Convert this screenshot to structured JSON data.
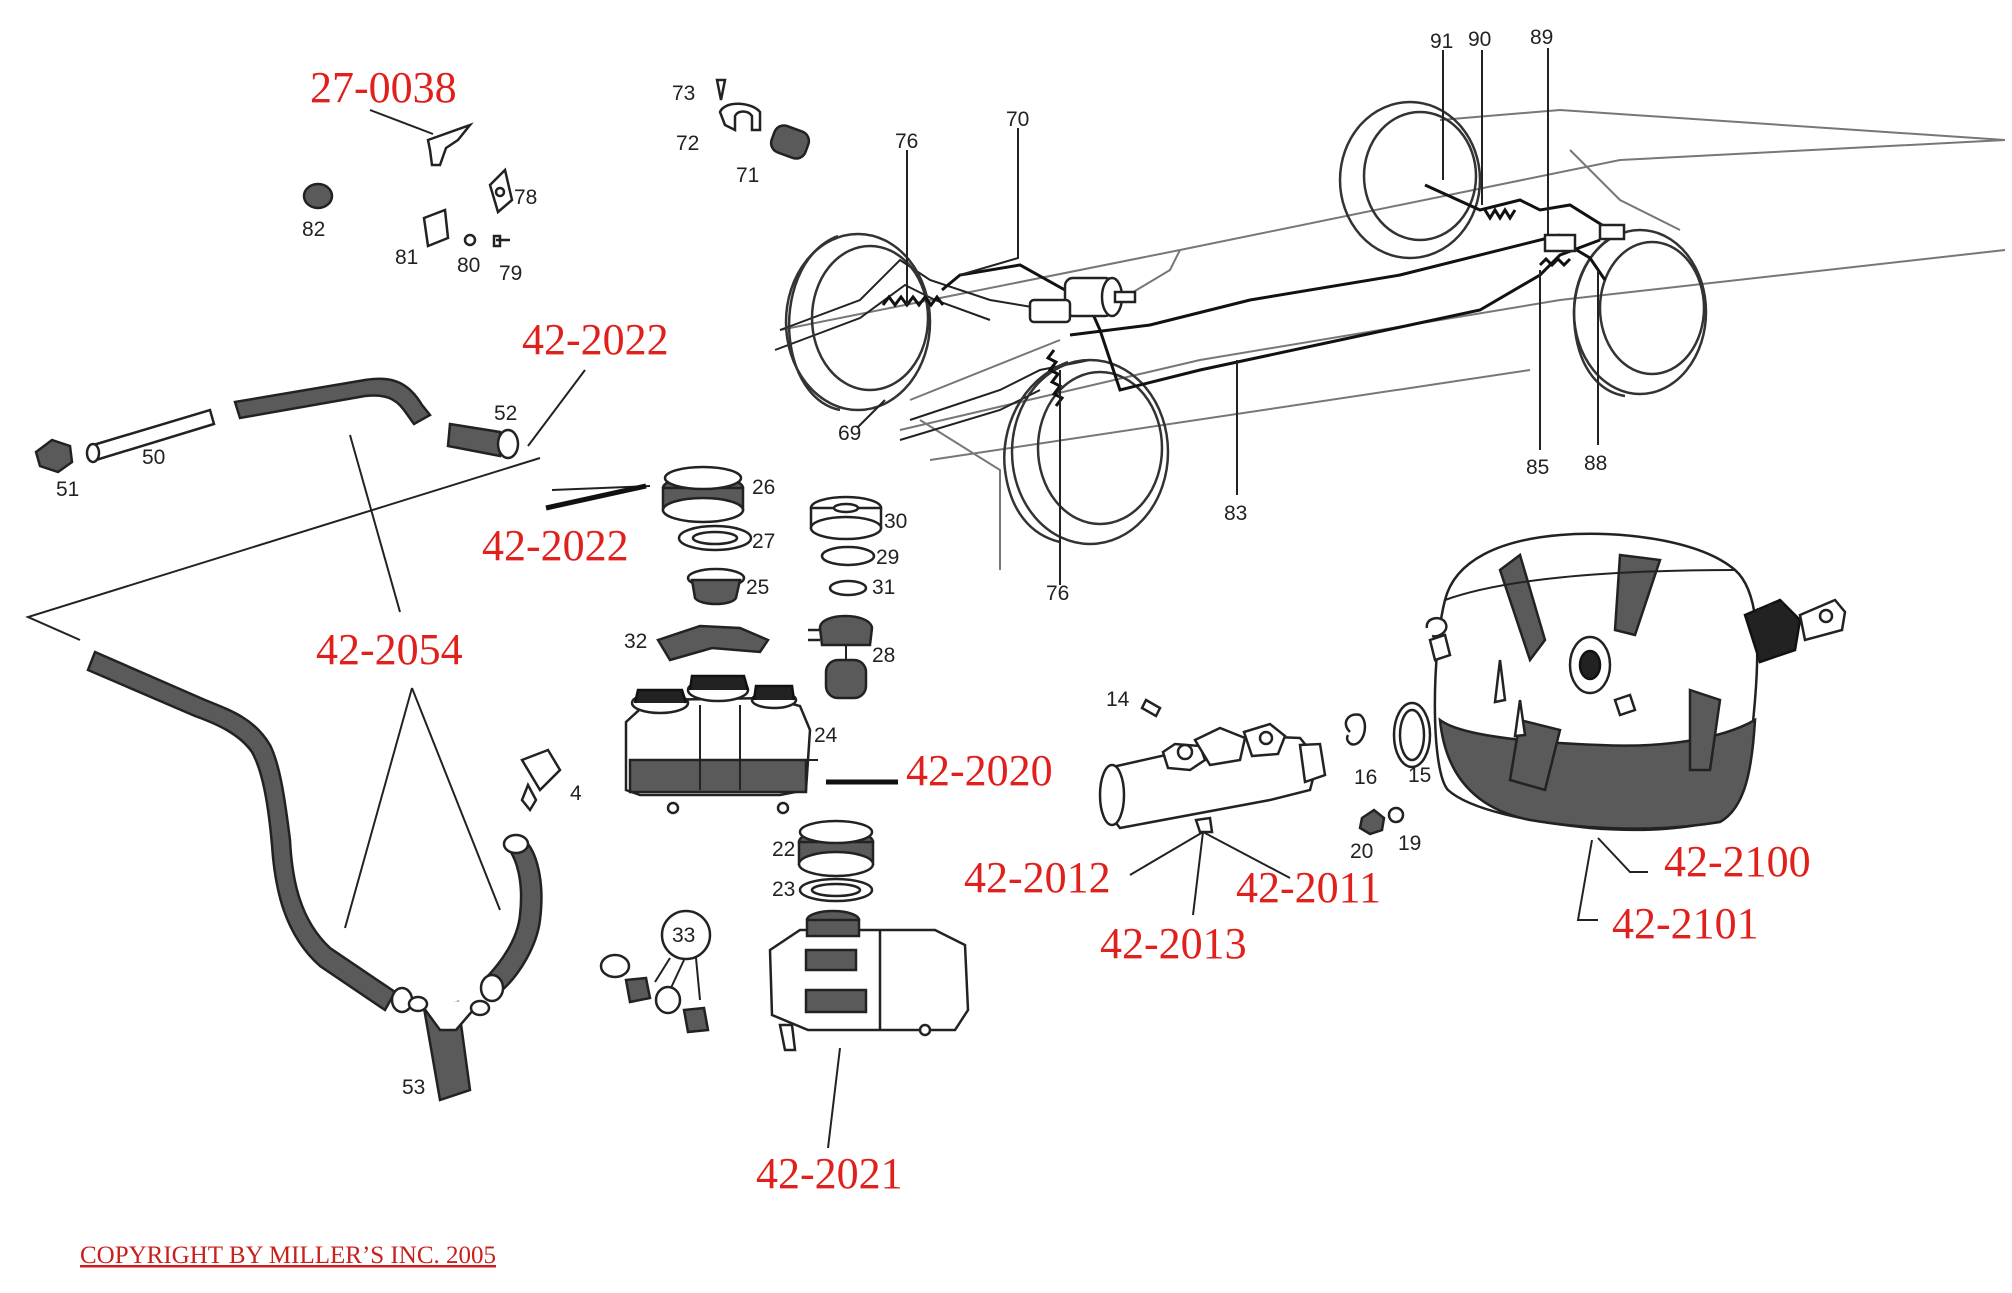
{
  "part_numbers": {
    "p27_0038": "27-0038",
    "p42_2022_a": "42-2022",
    "p42_2022_b": "42-2022",
    "p42_2054": "42-2054",
    "p42_2020": "42-2020",
    "p42_2012": "42-2012",
    "p42_2011": "42-2011",
    "p42_2013": "42-2013",
    "p42_2100": "42-2100",
    "p42_2101": "42-2101",
    "p42_2021": "42-2021"
  },
  "callouts": {
    "c73": "73",
    "c72": "72",
    "c71": "71",
    "c82": "82",
    "c81": "81",
    "c80": "80",
    "c79": "79",
    "c78": "78",
    "c51": "51",
    "c50": "50",
    "c52": "52",
    "c26": "26",
    "c27": "27",
    "c25": "25",
    "c32": "32",
    "c24": "24",
    "c30": "30",
    "c29": "29",
    "c31": "31",
    "c28": "28",
    "c4": "4",
    "c22": "22",
    "c23": "23",
    "c33": "33",
    "c53": "53",
    "c14": "14",
    "c16": "16",
    "c15": "15",
    "c20": "20",
    "c19": "19",
    "c76a": "76",
    "c70": "70",
    "c69": "69",
    "c76b": "76",
    "c83": "83",
    "c91": "91",
    "c90": "90",
    "c89": "89",
    "c85": "85",
    "c88": "88"
  },
  "copyright": "COPYRIGHT BY MILLER’S INC. 2005",
  "colors": {
    "part_label": "#e0201c",
    "callout": "#222222",
    "copyright": "#c8201c"
  }
}
